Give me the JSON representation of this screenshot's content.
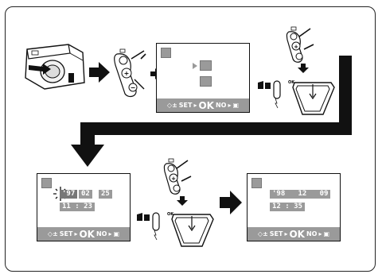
{
  "screens": {
    "bar": {
      "set": "SET",
      "ok": "OK",
      "no": "NO"
    },
    "date_entry": {
      "year": "'97",
      "month": "02",
      "day": "25",
      "time": "11 : 23"
    },
    "date_result": {
      "date": "'98   12   09",
      "time": "12 : 35"
    }
  },
  "switch": {
    "ok_label": "OK"
  },
  "icons": [
    "camera-icon",
    "arrow-icon",
    "print-date-icon",
    "clock-icon",
    "selection-triangle-icon",
    "no-date-icon",
    "blink-cursor-icon"
  ]
}
